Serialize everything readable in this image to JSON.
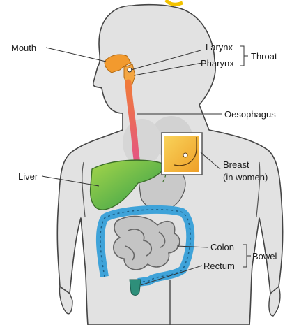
{
  "labels": {
    "mouth": "Mouth",
    "larynx": "Larynx",
    "pharynx": "Pharynx",
    "throat": "Throat",
    "oesophagus": "Oesophagus",
    "breast_line1": "Breast",
    "breast_line2": "(in women)",
    "liver": "Liver",
    "colon": "Colon",
    "rectum": "Rectum",
    "bowel": "Bowel"
  },
  "colors": {
    "body": "#e2e2e2",
    "outline": "#444444",
    "liver": "#6cbf3c",
    "colon": "#3fa3d9",
    "mouth": "#f29a2e",
    "oesophagus": "#e4578a",
    "breast_box": "#f5b942",
    "rectum": "#2e8f7a"
  },
  "icons": [
    "breast-inset-icon"
  ]
}
